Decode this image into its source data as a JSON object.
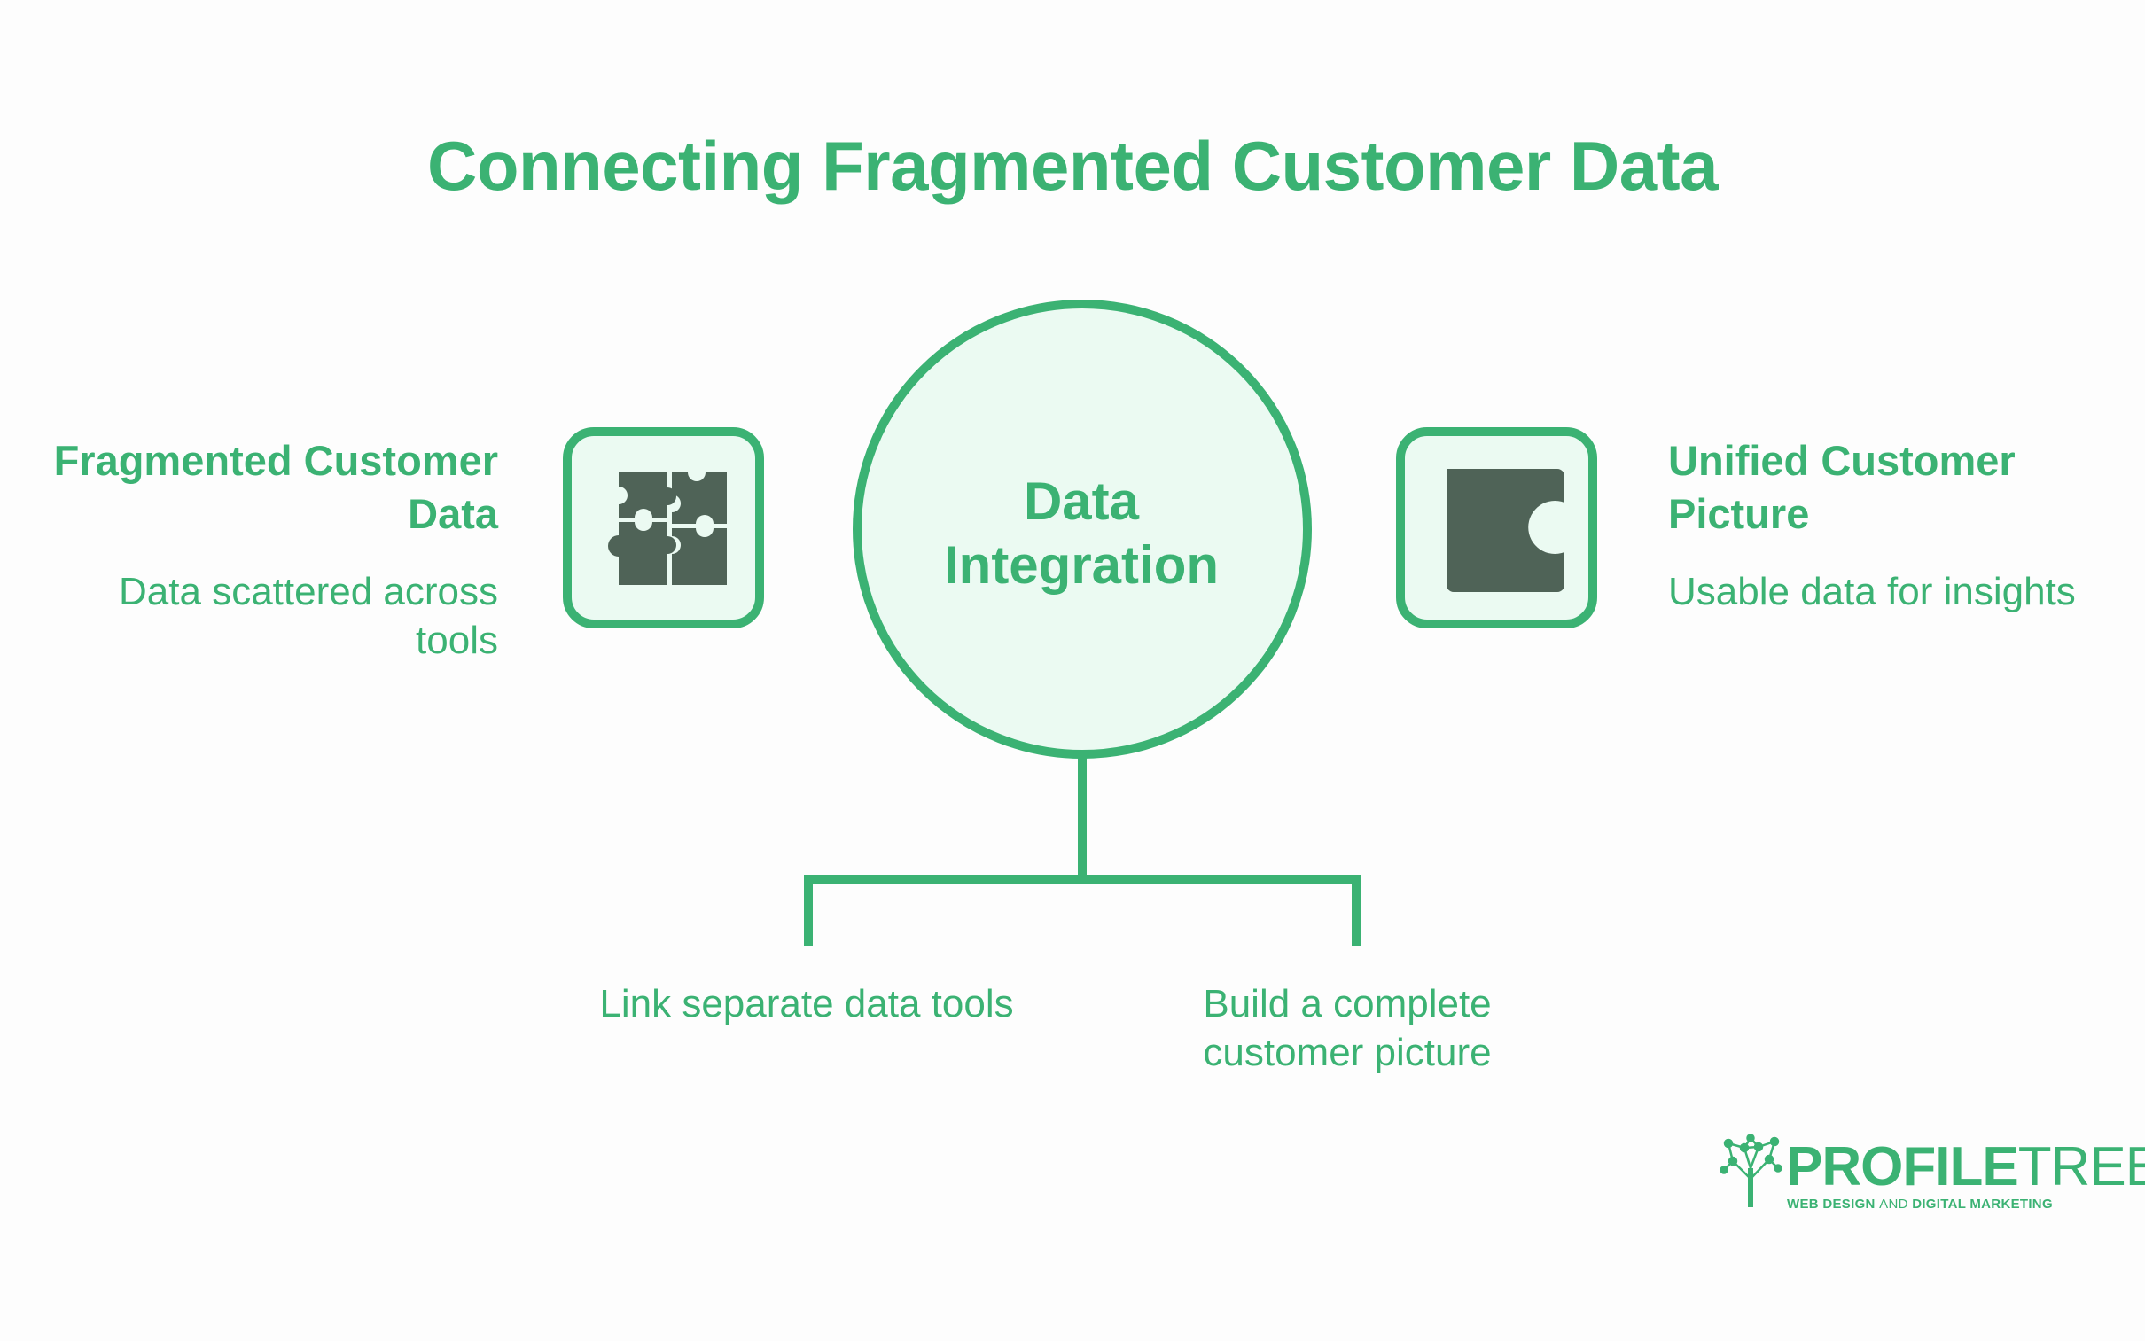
{
  "title": "Connecting Fragmented Customer Data",
  "center": {
    "label_line1": "Data",
    "label_line2": "Integration"
  },
  "left": {
    "heading_line1": "Fragmented Customer",
    "heading_line2": "Data",
    "desc_line1": "Data scattered across",
    "desc_line2": "tools",
    "icon": "puzzle-pieces-icon"
  },
  "right": {
    "heading_line1": "Unified Customer",
    "heading_line2": "Picture",
    "desc_line1": "Usable data for insights",
    "icon": "single-puzzle-piece-icon"
  },
  "branches": {
    "left_label": "Link separate data tools",
    "right_label_line1": "Build a complete",
    "right_label_line2": "customer picture"
  },
  "logo": {
    "name_part1": "PROFILE",
    "name_part2": "TREE",
    "tagline_part1": "WEB DESIGN",
    "tagline_part2": "AND",
    "tagline_part3": "DIGITAL MARKETING",
    "icon": "tree-network-icon"
  },
  "colors": {
    "accent": "#3bb273",
    "icon_fill": "#4f6357",
    "light_fill": "#ebfaf2",
    "background": "#fdfdfd"
  }
}
